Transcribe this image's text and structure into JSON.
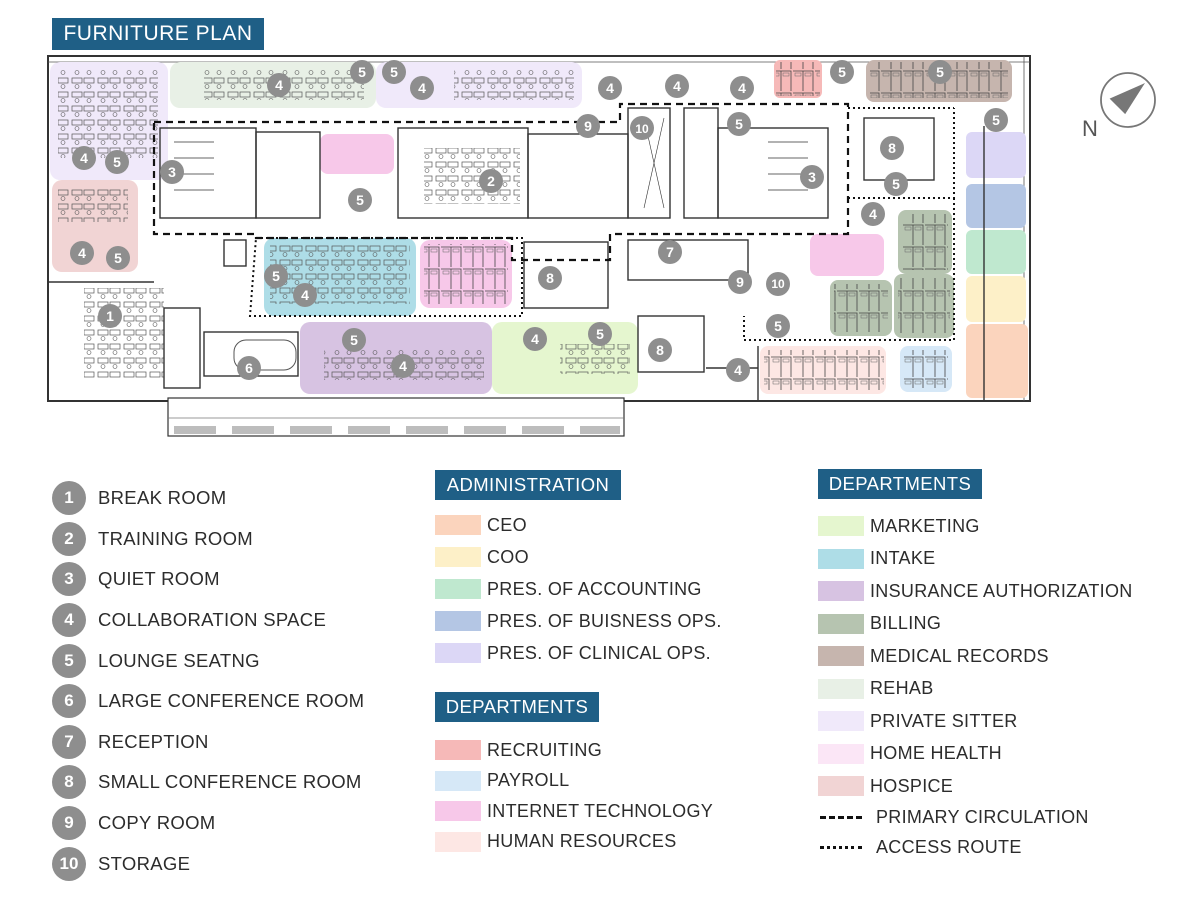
{
  "title": "FURNITURE PLAN",
  "north_label": "N",
  "colors": {
    "banner": "#1f5f86",
    "number_circle": "#8e8e8e",
    "ceo": "#fbd4bd",
    "coo": "#fdf0c8",
    "pres_accounting": "#bfe8cf",
    "pres_business_ops": "#b4c6e4",
    "pres_clinical_ops": "#dcd7f6",
    "recruiting": "#f6b9b8",
    "payroll": "#d6e8f7",
    "internet_technology": "#f7c8e9",
    "human_resources": "#fde7e4",
    "marketing": "#e5f6cf",
    "intake": "#aedde7",
    "insurance_authorization": "#d7c3e2",
    "billing": "#b6c4b0",
    "medical_records": "#c6b5ae",
    "rehab": "#e8f0e6",
    "private_sitter": "#f0e9fa",
    "home_health": "#fbe6f6",
    "hospice": "#f1d4d4"
  },
  "numbered_legend": [
    {
      "num": "1",
      "label": "BREAK ROOM"
    },
    {
      "num": "2",
      "label": "TRAINING ROOM"
    },
    {
      "num": "3",
      "label": "QUIET ROOM"
    },
    {
      "num": "4",
      "label": "COLLABORATION SPACE"
    },
    {
      "num": "5",
      "label": "LOUNGE SEATNG"
    },
    {
      "num": "6",
      "label": "LARGE CONFERENCE ROOM"
    },
    {
      "num": "7",
      "label": "RECEPTION"
    },
    {
      "num": "8",
      "label": "SMALL CONFERENCE ROOM"
    },
    {
      "num": "9",
      "label": "COPY ROOM"
    },
    {
      "num": "10",
      "label": "STORAGE"
    }
  ],
  "administration": {
    "heading": "ADMINISTRATION",
    "items": [
      {
        "label": "CEO",
        "color": "#fbd4bd"
      },
      {
        "label": "COO",
        "color": "#fdf0c8"
      },
      {
        "label": "PRES. OF ACCOUNTING",
        "color": "#bfe8cf"
      },
      {
        "label": "PRES. OF BUISNESS OPS.",
        "color": "#b4c6e4"
      },
      {
        "label": "PRES. OF CLINICAL OPS.",
        "color": "#dcd7f6"
      }
    ]
  },
  "departments_a": {
    "heading": "DEPARTMENTS",
    "items": [
      {
        "label": "RECRUITING",
        "color": "#f6b9b8"
      },
      {
        "label": "PAYROLL",
        "color": "#d6e8f7"
      },
      {
        "label": "INTERNET TECHNOLOGY",
        "color": "#f7c8e9"
      },
      {
        "label": "HUMAN RESOURCES",
        "color": "#fde7e4"
      }
    ]
  },
  "departments_b": {
    "heading": "DEPARTMENTS",
    "items": [
      {
        "label": "MARKETING",
        "color": "#e5f6cf"
      },
      {
        "label": "INTAKE",
        "color": "#aedde7"
      },
      {
        "label": "INSURANCE AUTHORIZATION",
        "color": "#d7c3e2"
      },
      {
        "label": "BILLING",
        "color": "#b6c4b0"
      },
      {
        "label": "MEDICAL RECORDS",
        "color": "#c6b5ae"
      },
      {
        "label": "REHAB",
        "color": "#e8f0e6"
      },
      {
        "label": "PRIVATE SITTER",
        "color": "#f0e9fa"
      },
      {
        "label": "HOME HEALTH",
        "color": "#fbe6f6"
      },
      {
        "label": "HOSPICE",
        "color": "#f1d4d4"
      }
    ],
    "lines": [
      {
        "label": "PRIMARY CIRCULATION",
        "style": "dashed"
      },
      {
        "label": "ACCESS ROUTE",
        "style": "dotted"
      }
    ]
  },
  "plan": {
    "markers": [
      "1",
      "2",
      "3",
      "3",
      "4",
      "4",
      "4",
      "4",
      "4",
      "4",
      "4",
      "4",
      "4",
      "4",
      "4",
      "4",
      "4",
      "5",
      "5",
      "5",
      "5",
      "5",
      "5",
      "5",
      "5",
      "5",
      "5",
      "5",
      "5",
      "5",
      "5",
      "5",
      "6",
      "7",
      "8",
      "8",
      "8",
      "9",
      "9",
      "10",
      "10"
    ]
  }
}
